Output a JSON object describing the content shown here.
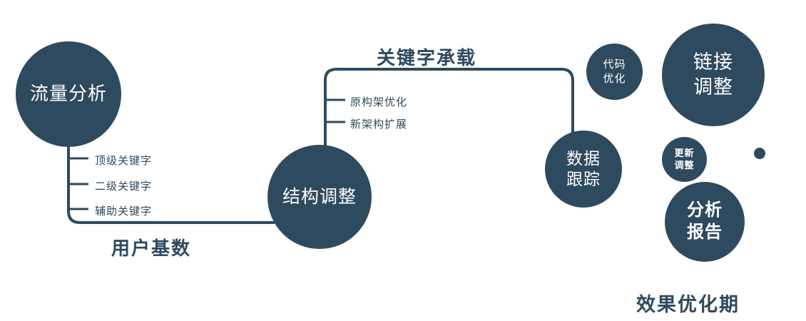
{
  "colors": {
    "accent": "#2e4a5f",
    "node_text": "#ffffff",
    "background": "#ffffff"
  },
  "nodes": {
    "traffic": {
      "label": "流量分析"
    },
    "structure": {
      "label": "结构调整"
    },
    "tracking": {
      "lines": [
        "数据",
        "跟踪"
      ]
    },
    "code": {
      "lines": [
        "代码",
        "优化"
      ]
    },
    "link": {
      "lines": [
        "链接",
        "调整"
      ]
    },
    "update": {
      "lines": [
        "更新",
        "调整"
      ]
    },
    "report": {
      "lines": [
        "分析",
        "报告"
      ]
    }
  },
  "edge_labels": {
    "user_base": "用户基数",
    "keyword": "关键字承载"
  },
  "branch_traffic": [
    "顶级关键字",
    "二级关键字",
    "辅助关键字"
  ],
  "branch_structure": [
    "原构架优化",
    "新架构扩展"
  ],
  "caption": "效果优化期"
}
